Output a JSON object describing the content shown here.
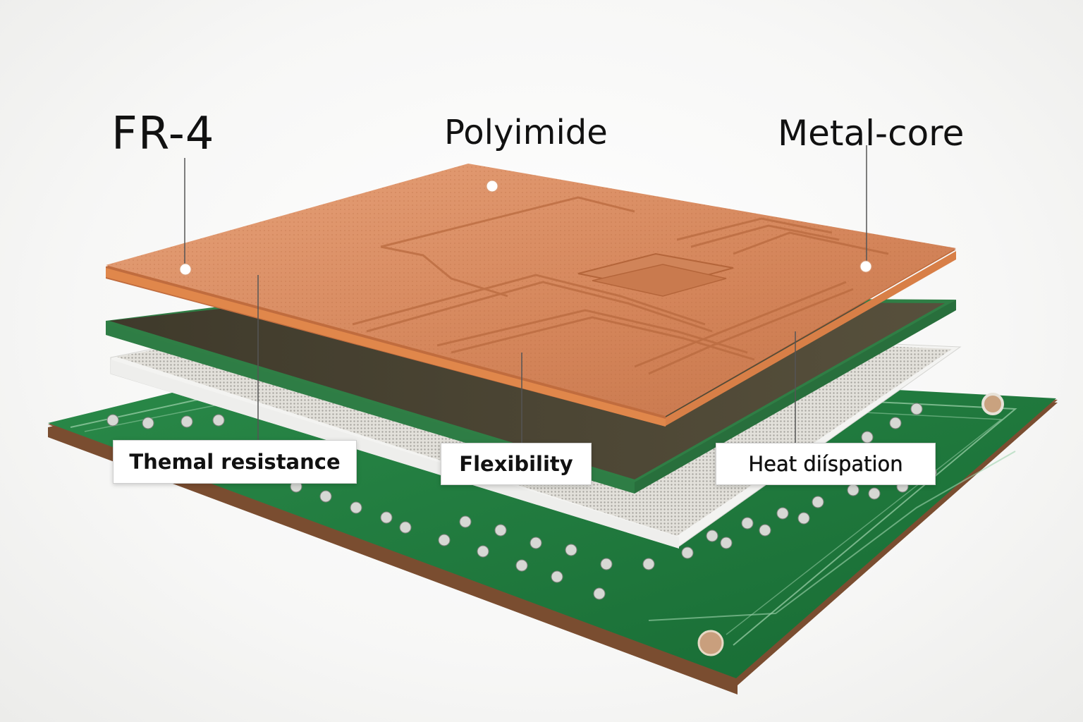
{
  "materials": {
    "fr4": "FR-4",
    "polyimide": "Polyimide",
    "metal_core": "Metal-core"
  },
  "properties": {
    "thermal": "Themal resistance",
    "flexibility": "Flexibility",
    "heat": "Heat diíspation"
  },
  "colors": {
    "copper": "#d9895a",
    "copper_edge": "#e08a4e",
    "green_layer": "#2e7d45",
    "dark_core": "#4a4332",
    "board_green": "#1f7a3d",
    "silver": "#d8d6d0"
  }
}
